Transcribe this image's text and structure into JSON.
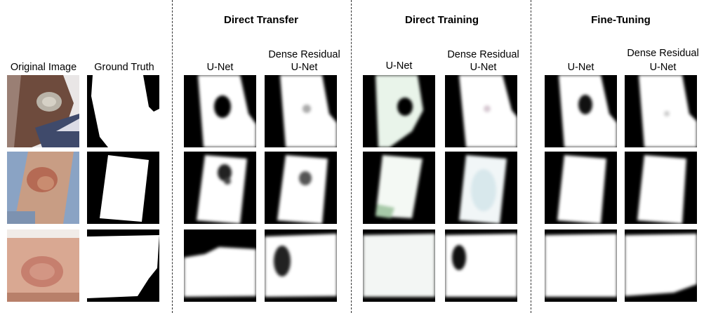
{
  "columns": {
    "original": "Original Image",
    "ground_truth": "Ground Truth",
    "unet": "U-Net",
    "dense_line1": "Dense Residual",
    "dense_line2": "U-Net"
  },
  "groups": {
    "direct_transfer": "Direct Transfer",
    "direct_training": "Direct Training",
    "fine_tuning": "Fine-Tuning"
  }
}
